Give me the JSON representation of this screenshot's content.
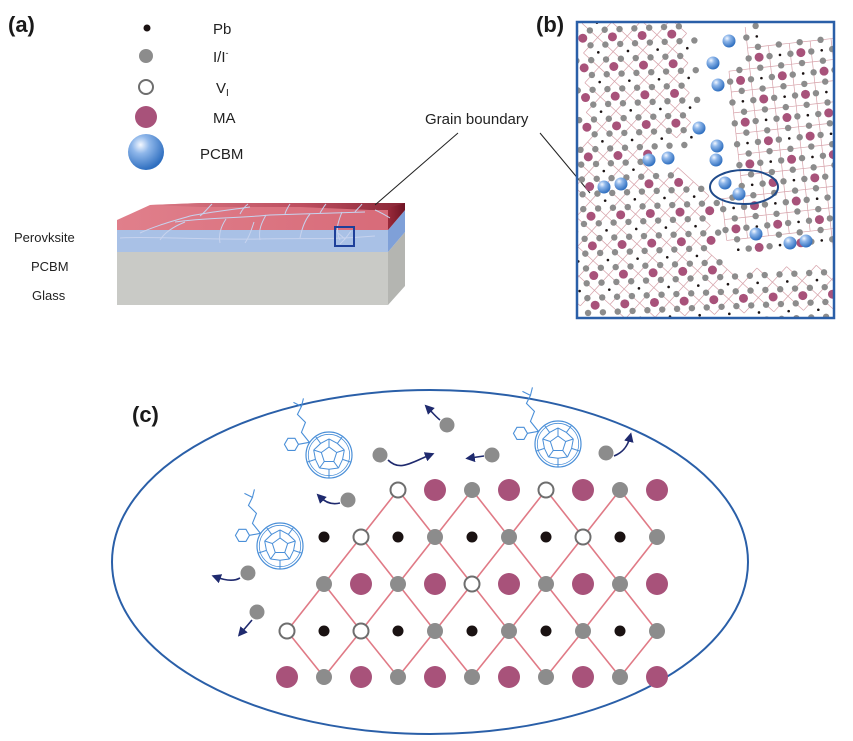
{
  "panels": {
    "a": {
      "label": "(a)"
    },
    "b": {
      "label": "(b)"
    },
    "c": {
      "label": "(c)"
    }
  },
  "legend": [
    {
      "symbol": "pb-dot",
      "label": "Pb",
      "sup": ""
    },
    {
      "symbol": "iodide-dot",
      "label": "I/I",
      "sup": "-"
    },
    {
      "symbol": "vacancy-ring",
      "label": "V",
      "sub": "I"
    },
    {
      "symbol": "ma-dot",
      "label": "MA",
      "sup": ""
    },
    {
      "symbol": "pcbm-sphere",
      "label": "PCBM",
      "sup": ""
    }
  ],
  "layers": [
    {
      "name": "Perovksite",
      "color": "#d9707e"
    },
    {
      "name": "PCBM",
      "color": "#a9c1e6"
    },
    {
      "name": "Glass",
      "color": "#c9cac6"
    }
  ],
  "callout": {
    "text": "Grain boundary"
  },
  "colors": {
    "pb": "#1a1212",
    "iodide": "#8c8c8c",
    "vacancy_stroke": "#6e6e6e",
    "ma": "#a8527a",
    "pcbm": "#4f8fd6",
    "bond": "#e07a86",
    "frame": "#2a5fa8",
    "arrow": "#1f2a6e",
    "fullerene": "#4a8fd8"
  },
  "lattice": {
    "rows": [
      [
        "",
        "",
        "",
        "V",
        "MA",
        "I",
        "MA",
        "V",
        "MA",
        "I",
        "MA"
      ],
      [
        "",
        "Pb",
        "V",
        "Pb",
        "I",
        "Pb",
        "I",
        "Pb",
        "V",
        "Pb",
        "I"
      ],
      [
        "",
        "I",
        "MA",
        "I",
        "MA",
        "V",
        "MA",
        "I",
        "MA",
        "I",
        "MA"
      ],
      [
        "V",
        "Pb",
        "V",
        "Pb",
        "I",
        "Pb",
        "I",
        "Pb",
        "I",
        "Pb",
        "I"
      ],
      [
        "MA",
        "I",
        "MA",
        "I",
        "MA",
        "I",
        "MA",
        "I",
        "MA",
        "I",
        "MA"
      ]
    ]
  }
}
